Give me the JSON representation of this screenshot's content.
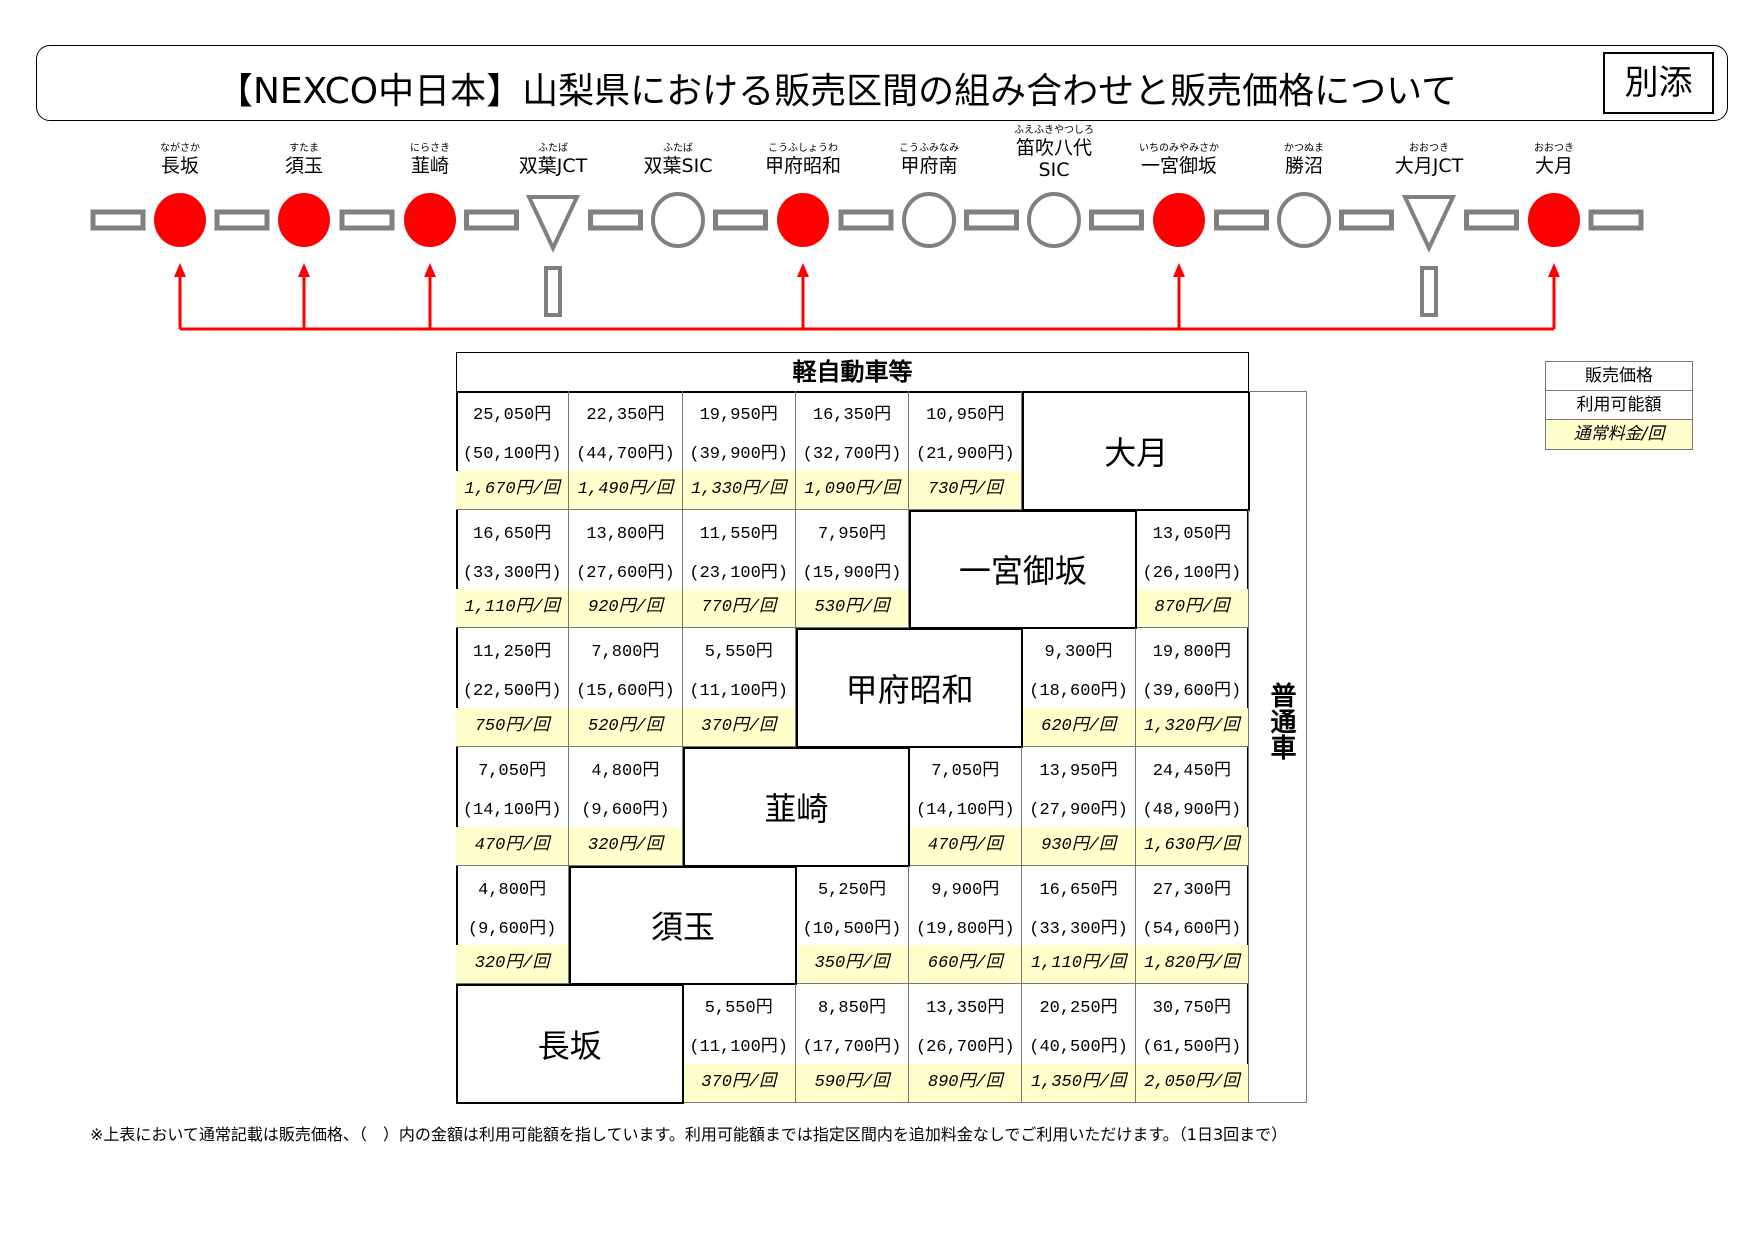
{
  "title": "【NEXCO中日本】山梨県における販売区間の組み合わせと販売価格について",
  "attachment_label": "別添",
  "colors": {
    "red": "#ff0000",
    "gray": "#808080",
    "toll_bg": "#ffffcc"
  },
  "stations": [
    {
      "furigana": "ながさか",
      "name": "長坂",
      "type": "sale-ic"
    },
    {
      "furigana": "すたま",
      "name": "須玉",
      "type": "sale-ic"
    },
    {
      "furigana": "にらさき",
      "name": "韮崎",
      "type": "sale-ic"
    },
    {
      "furigana": "ふたば",
      "name": "双葉JCT",
      "type": "jct"
    },
    {
      "furigana": "ふたば",
      "name": "双葉SIC",
      "type": "ic"
    },
    {
      "furigana": "こうふしょうわ",
      "name": "甲府昭和",
      "type": "sale-ic"
    },
    {
      "furigana": "こうふみなみ",
      "name": "甲府南",
      "type": "ic"
    },
    {
      "furigana": "ふえふきやつしろ",
      "name": "笛吹八代",
      "name2": "SIC",
      "type": "ic"
    },
    {
      "furigana": "いちのみやみさか",
      "name": "一宮御坂",
      "type": "sale-ic"
    },
    {
      "furigana": "かつぬま",
      "name": "勝沼",
      "type": "ic"
    },
    {
      "furigana": "おおつき",
      "name": "大月JCT",
      "type": "jct"
    },
    {
      "furigana": "おおつき",
      "name": "大月",
      "type": "sale-ic"
    }
  ],
  "table": {
    "kei_label": "軽自動車等",
    "futsu_label": "普通車",
    "rows": [
      {
        "station": "大月",
        "left": [
          {
            "price": "25,050円",
            "usable": "(50,100円)",
            "toll": "1,670円/回"
          },
          {
            "price": "22,350円",
            "usable": "(44,700円)",
            "toll": "1,490円/回"
          },
          {
            "price": "19,950円",
            "usable": "(39,900円)",
            "toll": "1,330円/回"
          },
          {
            "price": "16,350円",
            "usable": "(32,700円)",
            "toll": "1,090円/回"
          },
          {
            "price": "10,950円",
            "usable": "(21,900円)",
            "toll": "730円/回"
          }
        ],
        "right": []
      },
      {
        "station": "一宮御坂",
        "left": [
          {
            "price": "16,650円",
            "usable": "(33,300円)",
            "toll": "1,110円/回"
          },
          {
            "price": "13,800円",
            "usable": "(27,600円)",
            "toll": "920円/回"
          },
          {
            "price": "11,550円",
            "usable": "(23,100円)",
            "toll": "770円/回"
          },
          {
            "price": "7,950円",
            "usable": "(15,900円)",
            "toll": "530円/回"
          }
        ],
        "right": [
          {
            "price": "13,050円",
            "usable": "(26,100円)",
            "toll": "870円/回"
          }
        ]
      },
      {
        "station": "甲府昭和",
        "left": [
          {
            "price": "11,250円",
            "usable": "(22,500円)",
            "toll": "750円/回"
          },
          {
            "price": "7,800円",
            "usable": "(15,600円)",
            "toll": "520円/回"
          },
          {
            "price": "5,550円",
            "usable": "(11,100円)",
            "toll": "370円/回"
          }
        ],
        "right": [
          {
            "price": "9,300円",
            "usable": "(18,600円)",
            "toll": "620円/回"
          },
          {
            "price": "19,800円",
            "usable": "(39,600円)",
            "toll": "1,320円/回"
          }
        ]
      },
      {
        "station": "韮崎",
        "left": [
          {
            "price": "7,050円",
            "usable": "(14,100円)",
            "toll": "470円/回"
          },
          {
            "price": "4,800円",
            "usable": "(9,600円)",
            "toll": "320円/回"
          }
        ],
        "right": [
          {
            "price": "7,050円",
            "usable": "(14,100円)",
            "toll": "470円/回"
          },
          {
            "price": "13,950円",
            "usable": "(27,900円)",
            "toll": "930円/回"
          },
          {
            "price": "24,450円",
            "usable": "(48,900円)",
            "toll": "1,630円/回"
          }
        ]
      },
      {
        "station": "須玉",
        "left": [
          {
            "price": "4,800円",
            "usable": "(9,600円)",
            "toll": "320円/回"
          }
        ],
        "right": [
          {
            "price": "5,250円",
            "usable": "(10,500円)",
            "toll": "350円/回"
          },
          {
            "price": "9,900円",
            "usable": "(19,800円)",
            "toll": "660円/回"
          },
          {
            "price": "16,650円",
            "usable": "(33,300円)",
            "toll": "1,110円/回"
          },
          {
            "price": "27,300円",
            "usable": "(54,600円)",
            "toll": "1,820円/回"
          }
        ]
      },
      {
        "station": "長坂",
        "left": [],
        "right": [
          {
            "price": "5,550円",
            "usable": "(11,100円)",
            "toll": "370円/回"
          },
          {
            "price": "8,850円",
            "usable": "(17,700円)",
            "toll": "590円/回"
          },
          {
            "price": "13,350円",
            "usable": "(26,700円)",
            "toll": "890円/回"
          },
          {
            "price": "20,250円",
            "usable": "(40,500円)",
            "toll": "1,350円/回"
          },
          {
            "price": "30,750円",
            "usable": "(61,500円)",
            "toll": "2,050円/回"
          }
        ]
      }
    ]
  },
  "legend": [
    "販売価格",
    "利用可能額",
    "通常料金/回"
  ],
  "note": "※上表において通常記載は販売価格、（　）内の金額は利用可能額を指しています。利用可能額までは指定区間内を追加料金なしでご利用いただけます。（1日3回まで）"
}
